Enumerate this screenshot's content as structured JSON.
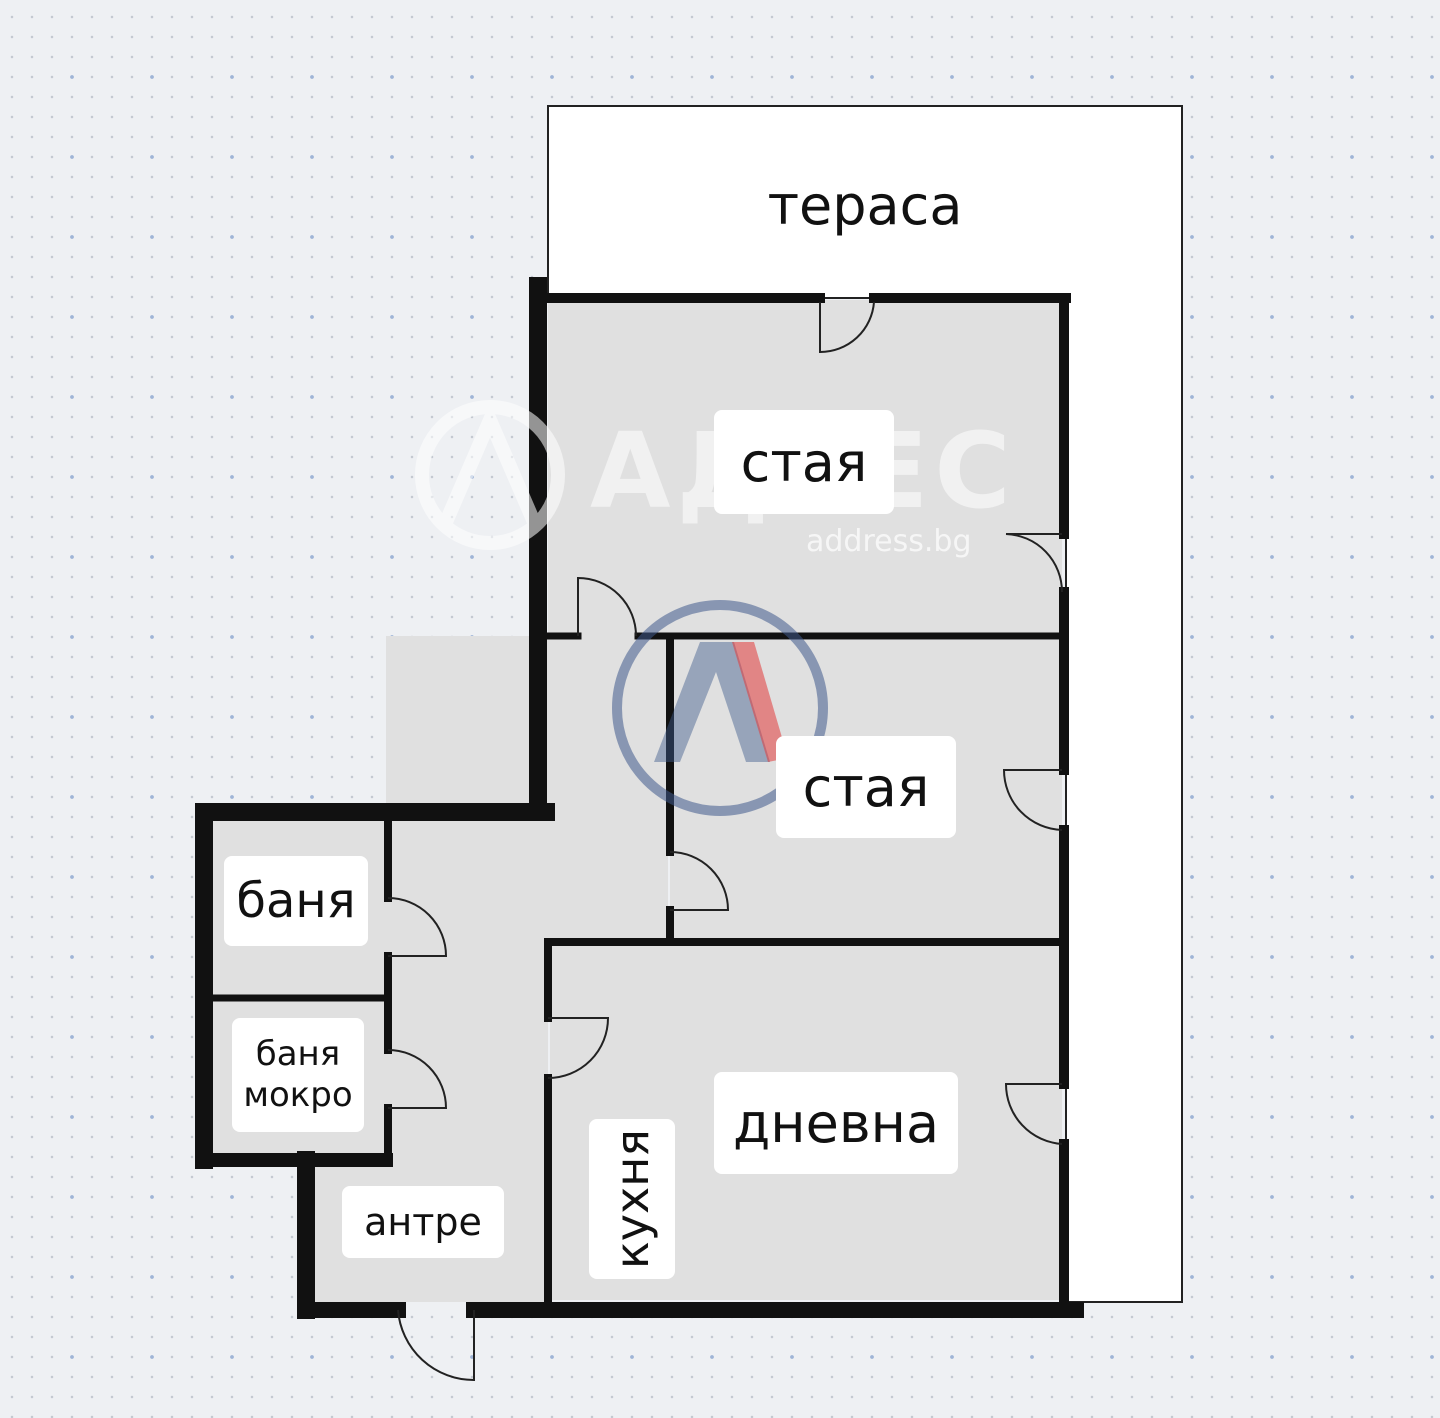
{
  "rooms": {
    "terrace": "тераса",
    "room_top": "стая",
    "room_middle": "стая",
    "bathroom": "баня",
    "wet_bathroom": [
      "баня",
      "мокро"
    ],
    "hallway": "антре",
    "living": "дневна",
    "kitchen": "кухня"
  },
  "watermark": {
    "brand": "АДРЕС",
    "site": "address.bg"
  },
  "colors": {
    "wall": "#111111",
    "room_fill": "#e0e0e0",
    "terrace_fill": "#ffffff",
    "logo_blue": "#3f5a8c",
    "logo_red": "#e23b3b"
  }
}
